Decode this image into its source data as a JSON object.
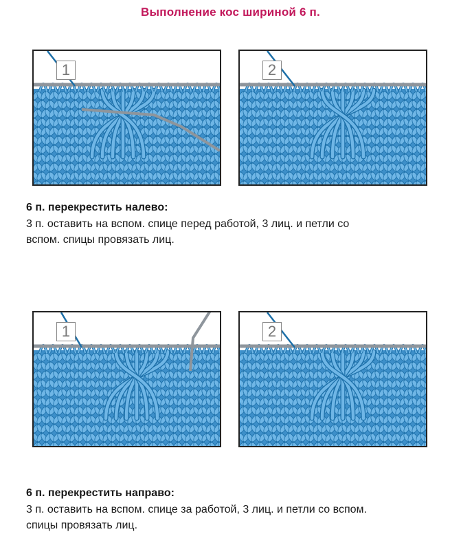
{
  "page": {
    "title": "Выполнение кос шириной 6 п.",
    "title_color": "#c2185b"
  },
  "colors": {
    "knit_fill": "#6fb6e6",
    "knit_stroke": "#1c6fa8",
    "knit_bg": "#3d8fc9",
    "needle": "#8e959c"
  },
  "sections": [
    {
      "panels": [
        {
          "number": "1"
        },
        {
          "number": "2"
        }
      ],
      "heading": "6 п. перекрестить налево:",
      "body_line1": "3 п. оставить на вспом. спице перед работой, 3 лиц. и петли со",
      "body_line2": "вспом. спицы провязать лиц."
    },
    {
      "panels": [
        {
          "number": "1"
        },
        {
          "number": "2"
        }
      ],
      "heading": "6 п. перекрестить направо:",
      "body_line1": "3 п. оставить на вспом. спице за работой, 3 лиц. и петли со вспом.",
      "body_line2": "спицы провязать лиц."
    }
  ]
}
